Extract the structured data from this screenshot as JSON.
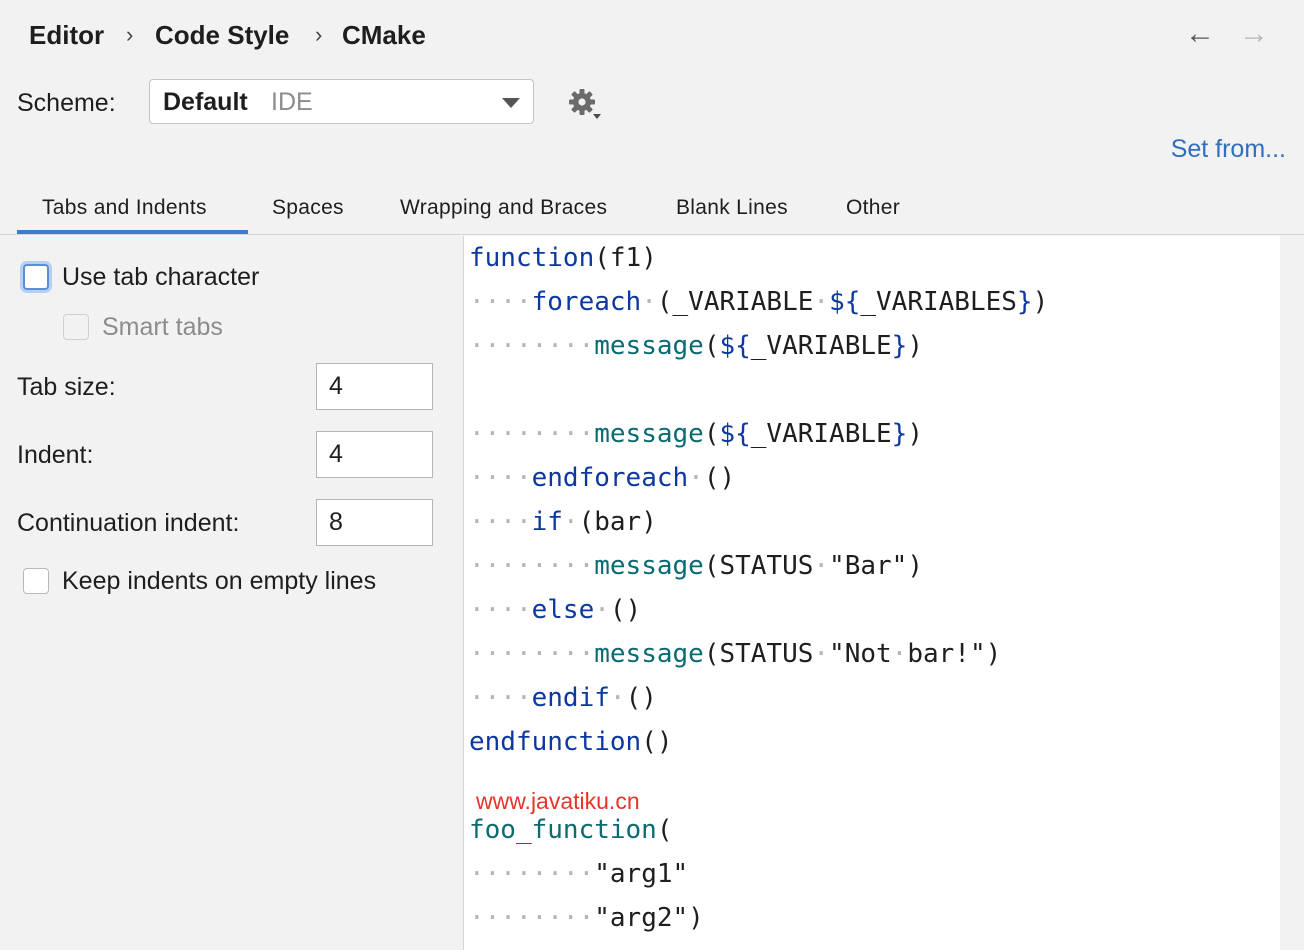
{
  "breadcrumb": {
    "items": [
      "Editor",
      "Code Style",
      "CMake"
    ],
    "separator": "›"
  },
  "nav": {
    "back_glyph": "←",
    "forward_glyph": "→"
  },
  "scheme": {
    "label": "Scheme:",
    "name": "Default",
    "scope": "IDE"
  },
  "set_from_link": "Set from...",
  "tabs": [
    {
      "label": "Tabs and Indents",
      "selected": true
    },
    {
      "label": "Spaces"
    },
    {
      "label": "Wrapping and Braces"
    },
    {
      "label": "Blank Lines"
    },
    {
      "label": "Other"
    }
  ],
  "options": {
    "use_tab_character": {
      "label": "Use tab character",
      "checked": false
    },
    "smart_tabs": {
      "label": "Smart tabs",
      "checked": false,
      "enabled": false
    },
    "tab_size": {
      "label": "Tab size:",
      "value": "4"
    },
    "indent": {
      "label": "Indent:",
      "value": "4"
    },
    "continuation_indent": {
      "label": "Continuation indent:",
      "value": "8"
    },
    "keep_indents": {
      "label": "Keep indents on empty lines",
      "checked": false
    }
  },
  "preview": {
    "lines": [
      {
        "dots": "",
        "tokens": [
          [
            "kw",
            "function"
          ],
          [
            "",
            "(f1)"
          ]
        ]
      },
      {
        "dots": "····",
        "tokens": [
          [
            "kw",
            "foreach"
          ],
          [
            "dots",
            "·"
          ],
          [
            "",
            "(_VARIABLE"
          ],
          [
            "dots",
            "·"
          ],
          [
            "br",
            "${"
          ],
          [
            "",
            "_VARIABLES"
          ],
          [
            "br",
            "}"
          ],
          [
            "",
            ")"
          ]
        ]
      },
      {
        "dots": "········",
        "tokens": [
          [
            "fn",
            "message"
          ],
          [
            "",
            "("
          ],
          [
            "br",
            "${"
          ],
          [
            "",
            "_VARIABLE"
          ],
          [
            "br",
            "}"
          ],
          [
            "",
            ")"
          ]
        ]
      },
      {
        "dots": "",
        "tokens": []
      },
      {
        "dots": "········",
        "tokens": [
          [
            "fn",
            "message"
          ],
          [
            "",
            "("
          ],
          [
            "br",
            "${"
          ],
          [
            "",
            "_VARIABLE"
          ],
          [
            "br",
            "}"
          ],
          [
            "",
            ")"
          ]
        ]
      },
      {
        "dots": "····",
        "tokens": [
          [
            "kw",
            "endforeach"
          ],
          [
            "dots",
            "·"
          ],
          [
            "",
            "()"
          ]
        ]
      },
      {
        "dots": "····",
        "tokens": [
          [
            "kw",
            "if"
          ],
          [
            "dots",
            "·"
          ],
          [
            "",
            "(bar)"
          ]
        ]
      },
      {
        "dots": "········",
        "tokens": [
          [
            "fn",
            "message"
          ],
          [
            "",
            "(STATUS"
          ],
          [
            "dots",
            "·"
          ],
          [
            "",
            "\"Bar\")"
          ]
        ]
      },
      {
        "dots": "····",
        "tokens": [
          [
            "kw",
            "else"
          ],
          [
            "dots",
            "·"
          ],
          [
            "",
            "()"
          ]
        ]
      },
      {
        "dots": "········",
        "tokens": [
          [
            "fn",
            "message"
          ],
          [
            "",
            "(STATUS"
          ],
          [
            "dots",
            "·"
          ],
          [
            "",
            "\"Not"
          ],
          [
            "dots",
            "·"
          ],
          [
            "",
            "bar!\")"
          ]
        ]
      },
      {
        "dots": "····",
        "tokens": [
          [
            "kw",
            "endif"
          ],
          [
            "dots",
            "·"
          ],
          [
            "",
            "()"
          ]
        ]
      },
      {
        "dots": "",
        "tokens": [
          [
            "kw",
            "endfunction"
          ],
          [
            "",
            "()"
          ]
        ]
      },
      {
        "dots": "",
        "tokens": []
      },
      {
        "dots": "",
        "tokens": [
          [
            "fn",
            "foo_function"
          ],
          [
            "",
            "("
          ]
        ]
      },
      {
        "dots": "········",
        "tokens": [
          [
            "",
            "\"arg1\""
          ]
        ]
      },
      {
        "dots": "········",
        "tokens": [
          [
            "",
            "\"arg2\")"
          ]
        ]
      }
    ]
  },
  "watermark": "www.javatiku.cn",
  "colors": {
    "accent": "#3c7cd0",
    "link": "#2f6fbd",
    "keyword": "#0c38a0",
    "function": "#0a6b73",
    "watermark": "#e5342a"
  }
}
